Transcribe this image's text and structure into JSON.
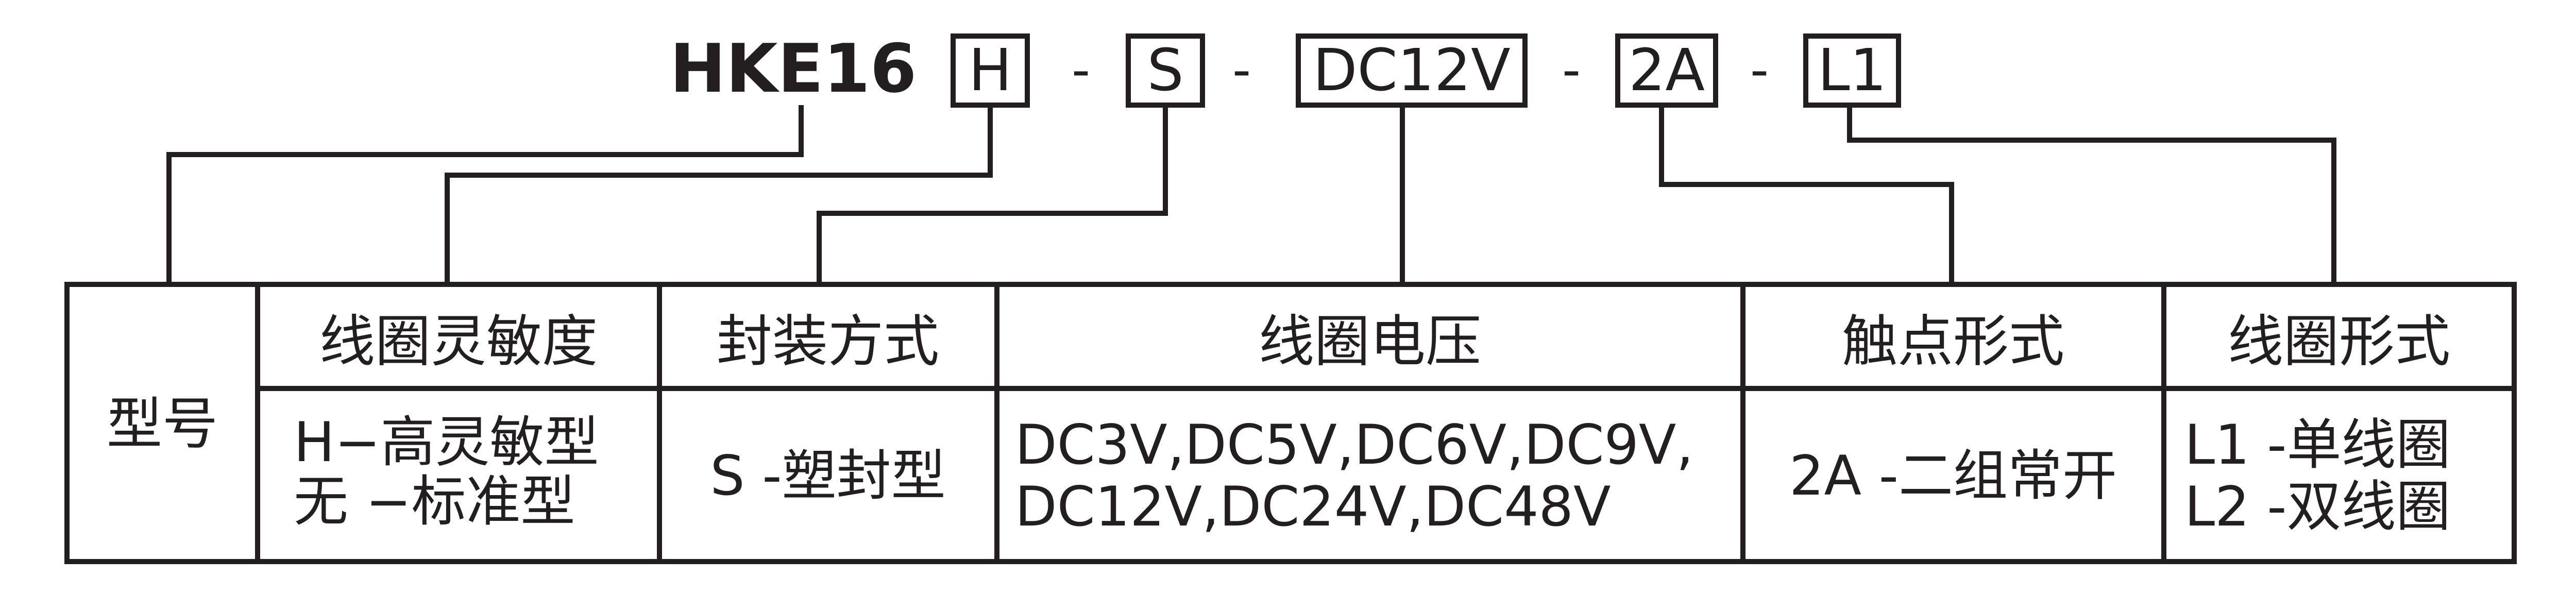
{
  "model": "HKE16",
  "code_parts": [
    "H",
    "S",
    "DC12V",
    "2A",
    "L1"
  ],
  "separator": "-",
  "table": {
    "row_label": "型号",
    "headers": [
      "线圈灵敏度",
      "封装方式",
      "线圈电压",
      "触点形式",
      "线圈形式"
    ],
    "cells": [
      [
        "H−高灵敏型",
        "无  −标准型"
      ],
      [
        "S -塑封型"
      ],
      [
        "DC3V,DC5V,DC6V,DC9V,",
        "DC12V,DC24V,DC48V"
      ],
      [
        "2A -二组常开"
      ],
      [
        "L1 -单线圈",
        "L2 -双线圈"
      ]
    ]
  }
}
